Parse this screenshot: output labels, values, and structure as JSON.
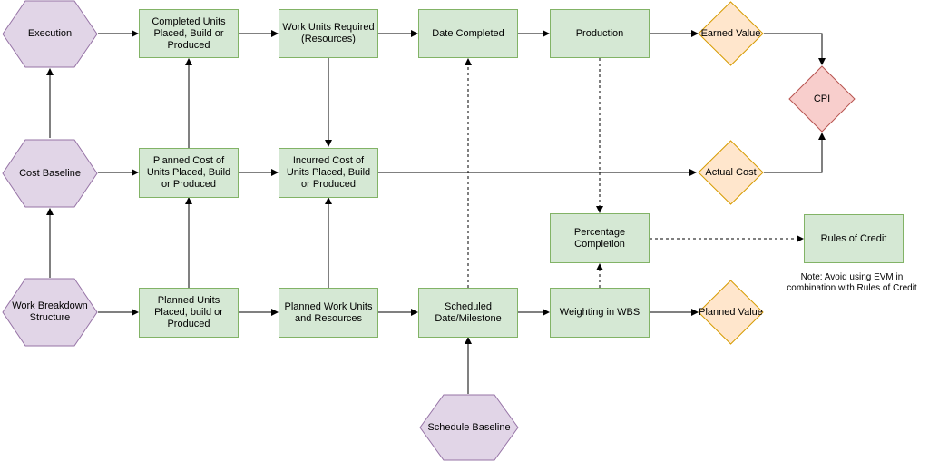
{
  "nodes": {
    "execution": "Execution",
    "cost_baseline": "Cost Baseline",
    "wbs": "Work Breakdown Structure",
    "schedule_baseline": "Schedule Baseline",
    "completed_units": "Completed Units Placed, Build or Produced",
    "work_units_required": "Work Units Required (Resources)",
    "date_completed": "Date Completed",
    "production": "Production",
    "earned_value": "Earned Value",
    "cpi": "CPI",
    "planned_cost_units": "Planned Cost of Units Placed, Build or Produced",
    "incurred_cost_units": "Incurred Cost of Units Placed, Build or Produced",
    "actual_cost": "Actual Cost",
    "percentage_completion": "Percentage Completion",
    "rules_of_credit": "Rules of Credit",
    "planned_units": "Planned Units Placed, build or Produced",
    "planned_work_units": "Planned Work Units and Resources",
    "scheduled_date": "Scheduled Date/Milestone",
    "weighting_wbs": "Weighting in WBS",
    "planned_value": "Planned Value"
  },
  "note": "Note: Avoid using EVM in combination with Rules of Credit",
  "colors": {
    "hex_fill": "#e1d5e7",
    "hex_stroke": "#9673a6",
    "box_fill": "#d5e8d4",
    "box_stroke": "#82b366",
    "diamond_fill": "#ffe6cc",
    "diamond_stroke": "#d79b00",
    "cpi_fill": "#f8cecc",
    "cpi_stroke": "#b85450"
  }
}
